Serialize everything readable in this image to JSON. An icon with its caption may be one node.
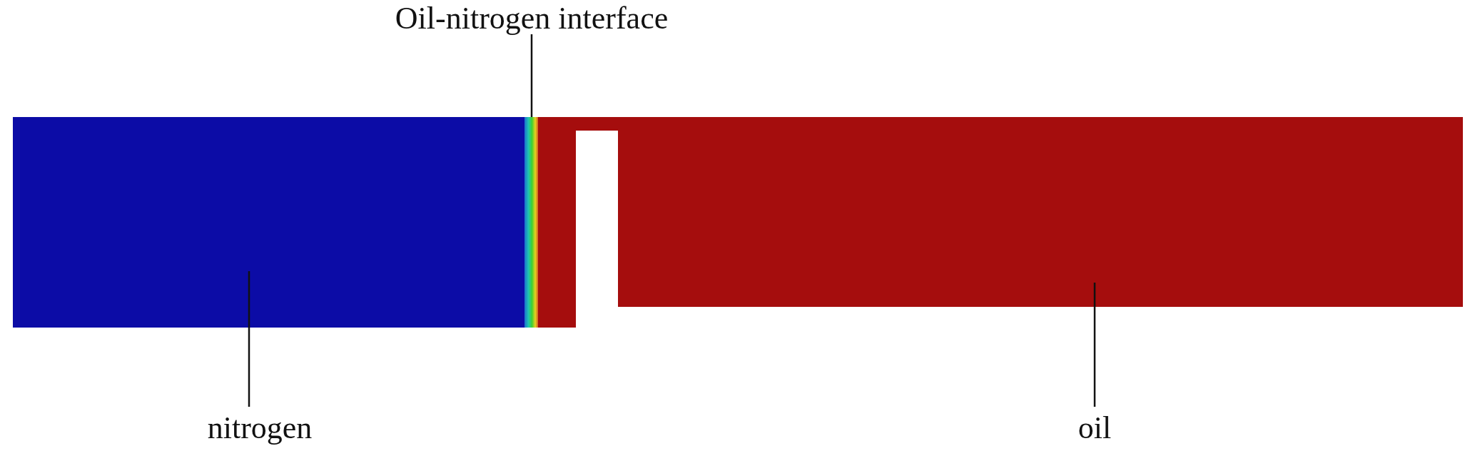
{
  "diagram": {
    "nodes": [
      {
        "text": [
          "Oil-nitrogen interface"
        ]
      },
      {
        "text": [],
        "shape": "bar"
      },
      {
        "text": [],
        "shape": "box"
      },
      {
        "text": [],
        "shape": "box"
      },
      {
        "text": [
          "nitrogen"
        ]
      },
      {
        "text": [
          "oil"
        ]
      }
    ],
    "edges": [
      {
        "from": 0,
        "to": 1,
        "arrow": "none"
      },
      {
        "from": 4,
        "to": 2,
        "arrow": "none"
      },
      {
        "from": 5,
        "to": 3,
        "arrow": "none"
      }
    ]
  }
}
